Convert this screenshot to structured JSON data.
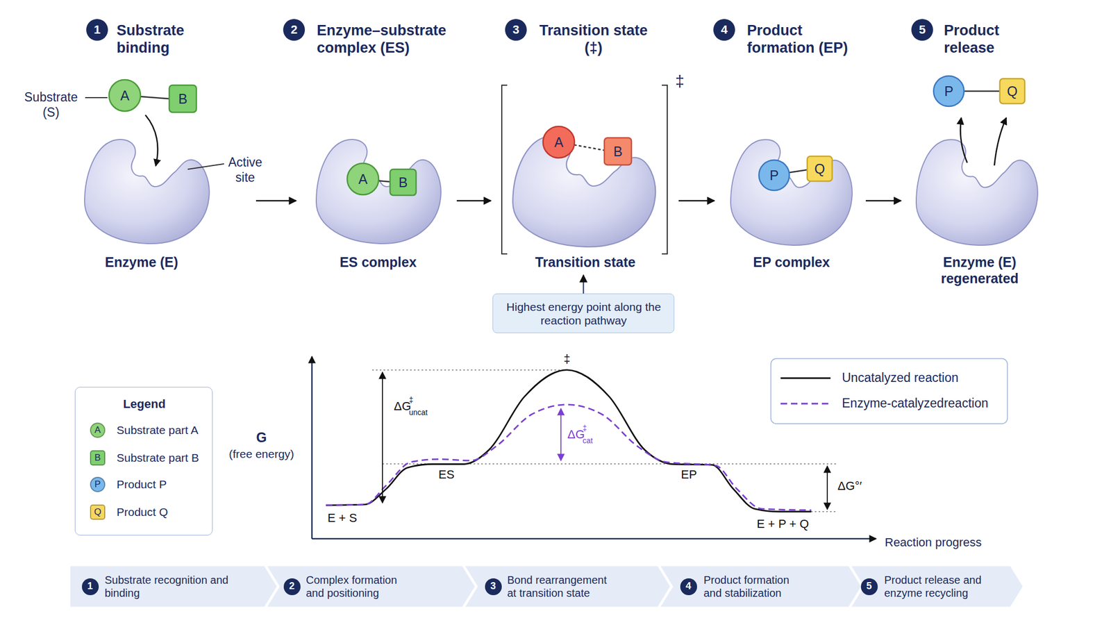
{
  "diagram": {
    "nodes": [
      {
        "text": [
          "Enzyme (E)"
        ]
      },
      {
        "text": [
          "ES complex"
        ]
      },
      {
        "text": [
          "Transition state"
        ]
      },
      {
        "text": [
          "EP complex"
        ]
      },
      {
        "text": [
          "Enzyme (E) regenerated"
        ]
      },
      {
        "text": [
          "Highest energy point along the reaction pathway"
        ]
      },
      {
        "text": [
          "Legend"
        ]
      },
      {
        "text": [
          "1",
          "Substrate recognition and binding"
        ]
      },
      {
        "text": [
          "2",
          "Complex formation and positioning"
        ]
      },
      {
        "text": [
          "3",
          "Bond rearrangement at transition state"
        ]
      },
      {
        "text": [
          "4",
          "Product formation and stabilization"
        ]
      },
      {
        "text": [
          "5",
          "Product release and enzyme recycling"
        ]
      }
    ],
    "edges": [
      {
        "from": 0,
        "to": 1,
        "arrow": "to"
      },
      {
        "from": 1,
        "to": 2,
        "arrow": "to"
      },
      {
        "from": 2,
        "to": 3,
        "arrow": "to"
      },
      {
        "from": 3,
        "to": 4,
        "arrow": "to"
      },
      {
        "from": 5,
        "to": 2,
        "arrow": "to"
      }
    ],
    "labels": [
      "1",
      "Substrate binding",
      "2",
      "Enzyme–substrate complex (ES)",
      "3",
      "Transition state (‡)",
      "4",
      "Product formation (EP)",
      "5",
      "Product release",
      "Substrate (S)",
      "A",
      "B",
      "Active site",
      "A",
      "B",
      "A",
      "B",
      "‡",
      "P",
      "Q",
      "P",
      "Q",
      "G",
      "(free energy)",
      "ΔG",
      "‡",
      "uncat",
      "‡",
      "ΔG",
      "‡",
      "cat",
      "ES",
      "EP",
      "E + S",
      "E + P + Q",
      "ΔG°′",
      "Reaction progress",
      "A",
      "B",
      "P",
      "Q"
    ],
    "legend": [
      {
        "text": "Substrate part A",
        "color": "#8fd37a"
      },
      {
        "text": "Substrate part B",
        "color": "#7fcf6f"
      },
      {
        "text": "Product P",
        "color": "#7ab8ec"
      },
      {
        "text": "Product Q",
        "color": "#f6d860"
      },
      {
        "text": "Uncatalyzed reaction"
      },
      {
        "text": "Enzyme-catalyzedreaction"
      }
    ]
  }
}
